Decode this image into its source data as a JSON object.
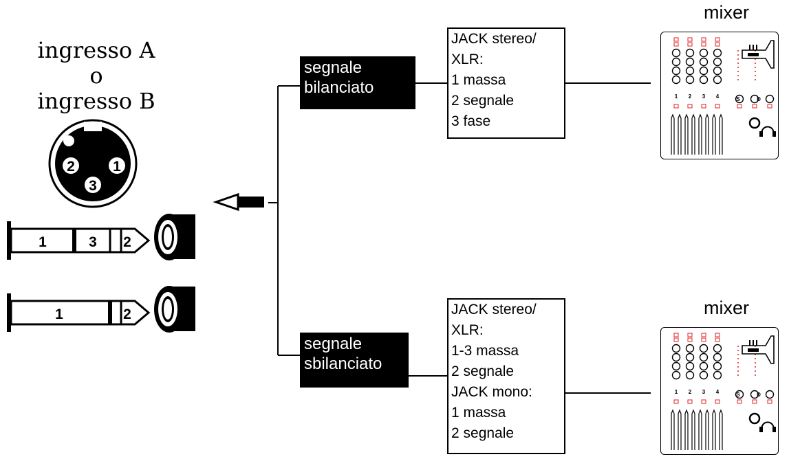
{
  "input_title": {
    "line1": "ingresso A",
    "line2": "o",
    "line3": "ingresso B"
  },
  "xlr": {
    "pins": [
      "2",
      "3",
      "1"
    ]
  },
  "trs_jack": {
    "sections": [
      "1",
      "3",
      "2"
    ]
  },
  "ts_jack": {
    "sections": [
      "1",
      "2"
    ]
  },
  "balanced": {
    "label_line1": "segnale",
    "label_line2": "bilanciato",
    "info": [
      "JACK stereo/",
      "XLR:",
      "1 massa",
      "2 segnale",
      "3 fase"
    ]
  },
  "unbalanced": {
    "label_line1": "segnale",
    "label_line2": "sbilanciato",
    "info": [
      "JACK stereo/",
      "XLR:",
      "1-3 massa",
      "2 segnale",
      "JACK mono:",
      "1 massa",
      "2 segnale"
    ]
  },
  "mixer_top": {
    "label": "mixer",
    "channel_numbers": [
      "1",
      "2",
      "3",
      "4"
    ],
    "master_labels": [
      "S",
      "D"
    ]
  },
  "mixer_bottom": {
    "label": "mixer",
    "channel_numbers": [
      "1",
      "2",
      "3",
      "4"
    ],
    "master_labels": [
      "S",
      "D"
    ]
  },
  "colors": {
    "ink": "#000000",
    "led": "#e02020",
    "background": "#ffffff"
  }
}
